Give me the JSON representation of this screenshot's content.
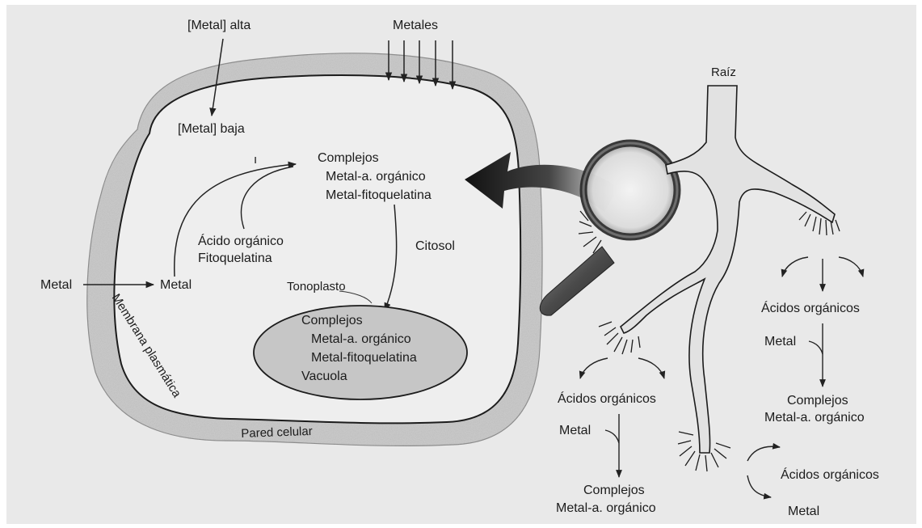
{
  "cell": {
    "metal_high": "[Metal] alta",
    "metal_low": "[Metal] baja",
    "metals_in": "Metales",
    "dot_mark": "ı",
    "complexes_title": "Complejos",
    "complex_organic_acid": "Metal-a. orgánico",
    "complex_phytochelatin": "Metal-fitoquelatina",
    "organic_acid": "Ácido orgánico",
    "phytochelatin": "Fitoquelatina",
    "cytosol": "Citosol",
    "metal_outside": "Metal",
    "metal_inside": "Metal",
    "tonoplast": "Tonoplasto",
    "plasma_membrane": "Membrana plasmática",
    "cell_wall": "Pared celular"
  },
  "vacuole": {
    "complexes_title": "Complejos",
    "complex_organic_acid": "Metal-a. orgánico",
    "complex_phytochelatin": "Metal-fitoquelatina",
    "label": "Vacuola"
  },
  "root": {
    "label": "Raíz",
    "right_branch": {
      "acids": "Ácidos orgánicos",
      "metal": "Metal",
      "complexes": "Complejos",
      "complex": "Metal-a. orgánico"
    },
    "left_branch": {
      "acids": "Ácidos orgánicos",
      "metal": "Metal",
      "complexes": "Complejos",
      "complex": "Metal-a. orgánico"
    },
    "tip": {
      "acids": "Ácidos orgánicos",
      "metal": "Metal"
    }
  }
}
